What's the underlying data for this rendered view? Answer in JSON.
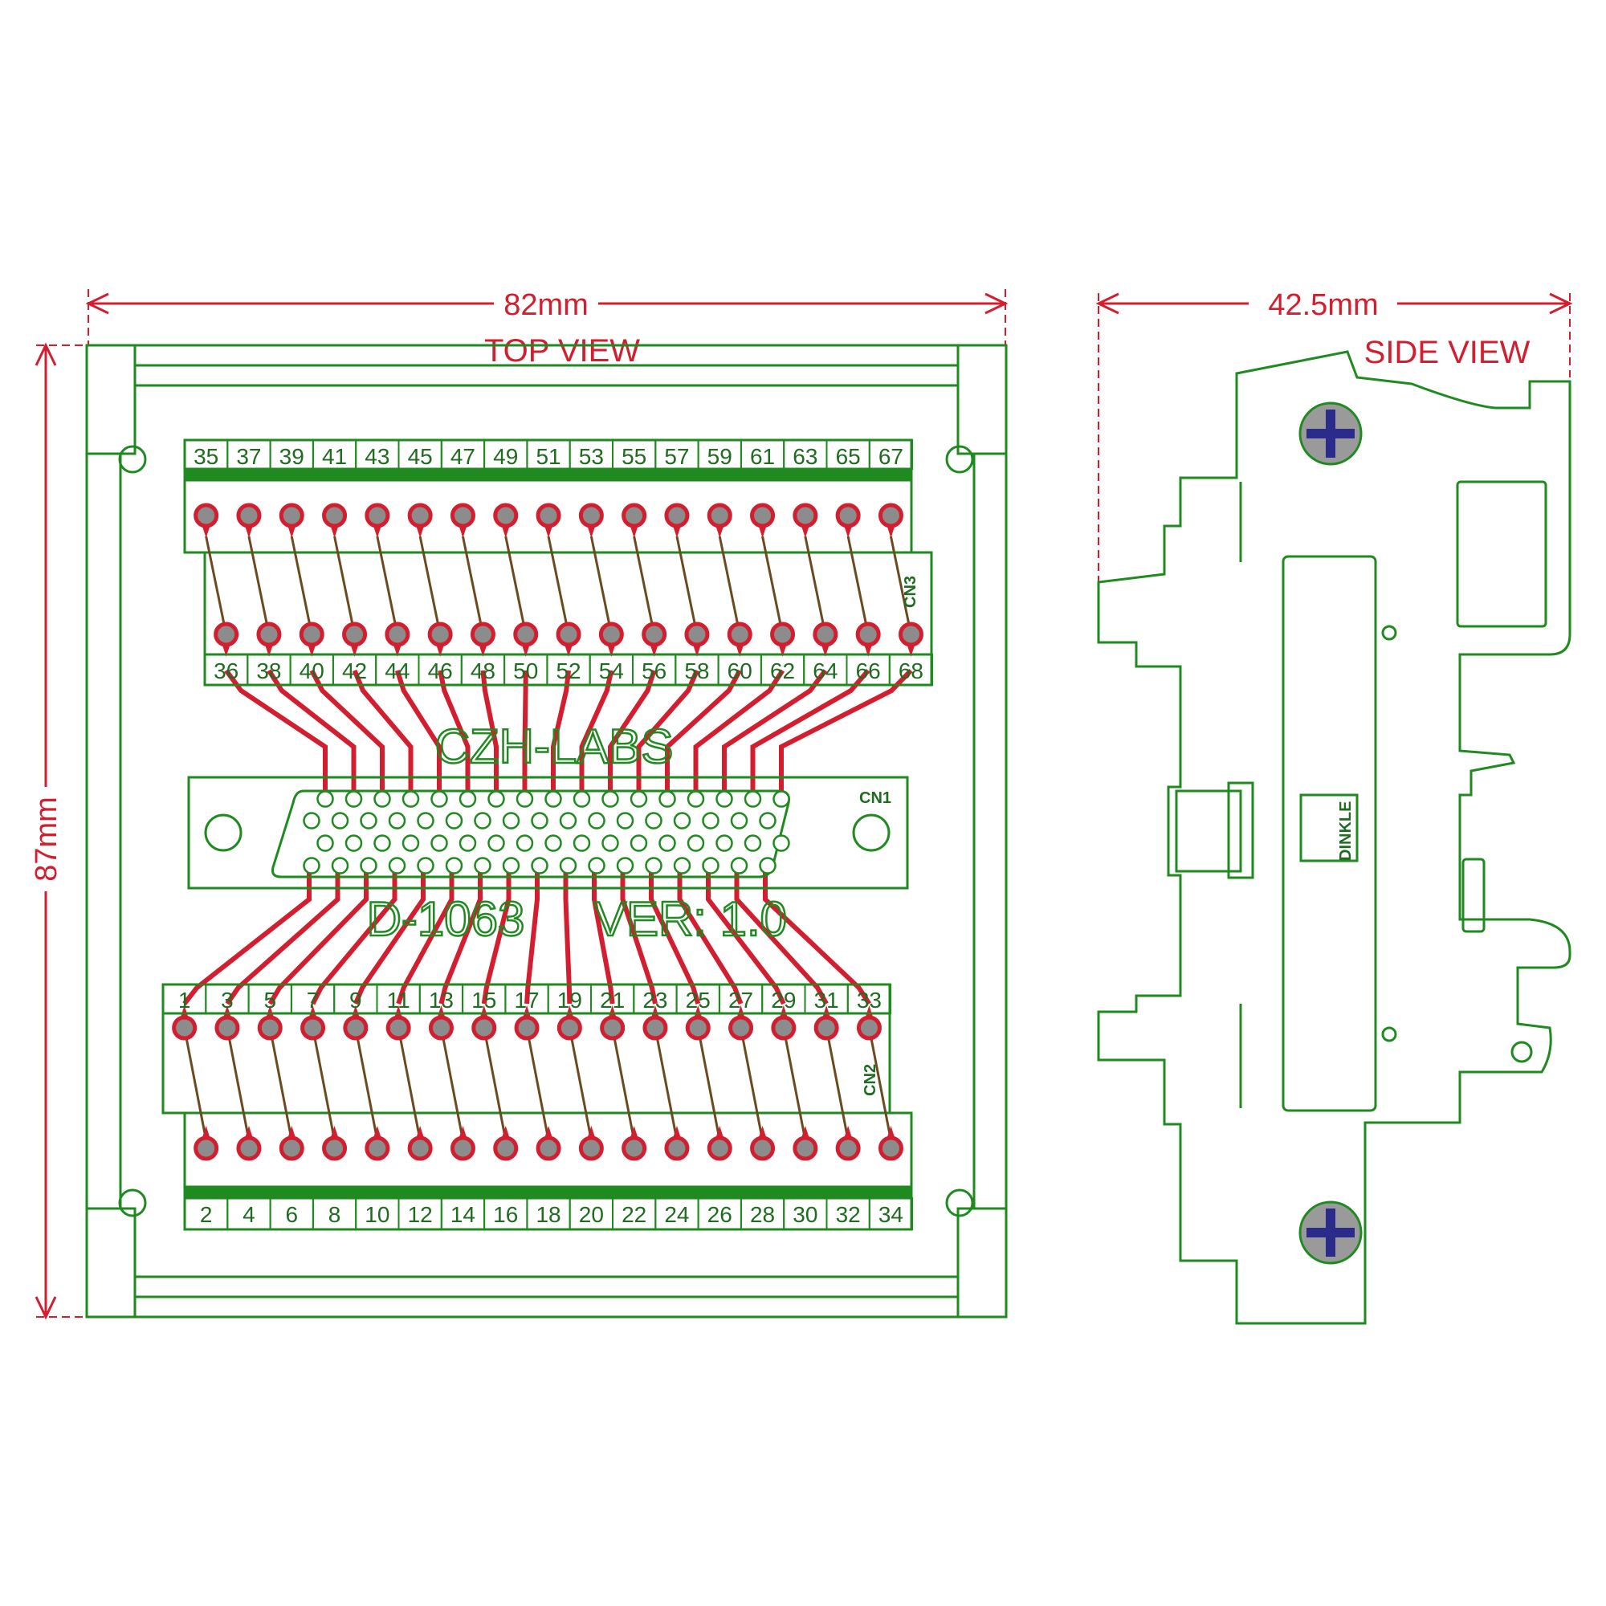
{
  "dimensions": {
    "width_top": "82mm",
    "width_side": "42.5mm",
    "height": "87mm"
  },
  "views": {
    "top": "TOP VIEW",
    "side": "SIDE VIEW"
  },
  "board": {
    "brand": "CZH-LABS",
    "model": "D-1063",
    "version": "VER: 1.0",
    "side_logo": "DINKLE"
  },
  "connectors": {
    "cn1": "CN1",
    "cn2": "CN2",
    "cn3": "CN3"
  },
  "pins": {
    "top_row": [
      "35",
      "37",
      "39",
      "41",
      "43",
      "45",
      "47",
      "49",
      "51",
      "53",
      "55",
      "57",
      "59",
      "61",
      "63",
      "65",
      "67"
    ],
    "upper_mid_row": [
      "36",
      "38",
      "40",
      "42",
      "44",
      "46",
      "48",
      "50",
      "52",
      "54",
      "56",
      "58",
      "60",
      "62",
      "64",
      "66",
      "68"
    ],
    "lower_mid_row": [
      "1",
      "3",
      "5",
      "7",
      "9",
      "11",
      "13",
      "15",
      "17",
      "19",
      "21",
      "23",
      "25",
      "27",
      "29",
      "31",
      "33"
    ],
    "bottom_row": [
      "2",
      "4",
      "6",
      "8",
      "10",
      "12",
      "14",
      "16",
      "18",
      "20",
      "22",
      "24",
      "26",
      "28",
      "30",
      "32",
      "34"
    ]
  },
  "colors": {
    "outline": "#1f8a1f",
    "trace": "#d21e2e",
    "dimension": "#d21e2e",
    "pad": "#8c8c8c",
    "screw": "#2b2b8c"
  }
}
